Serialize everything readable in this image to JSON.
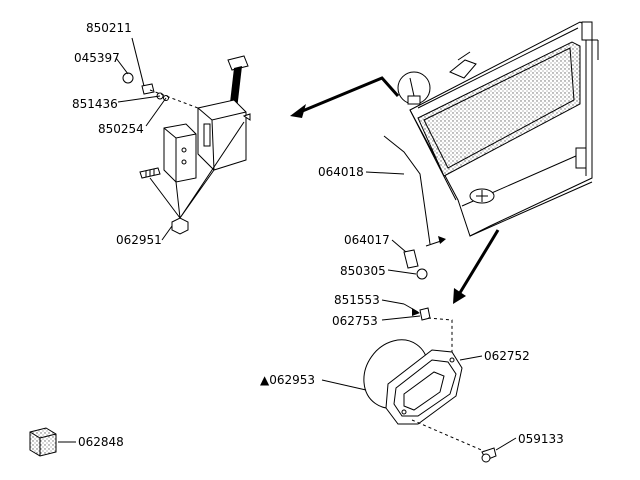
{
  "labels": {
    "p850211": "850211",
    "p045397": "045397",
    "p851436": "851436",
    "p850254": "850254",
    "p062951": "062951",
    "p064018": "064018",
    "p064017": "064017",
    "p850305": "850305",
    "p851553": "851553",
    "p062753": "062753",
    "p062752": "062752",
    "p062953": "▲062953",
    "p059133": "059133",
    "p062848": "062848"
  },
  "colors": {
    "line": "#000000",
    "background": "#ffffff",
    "texture": "#777777"
  }
}
